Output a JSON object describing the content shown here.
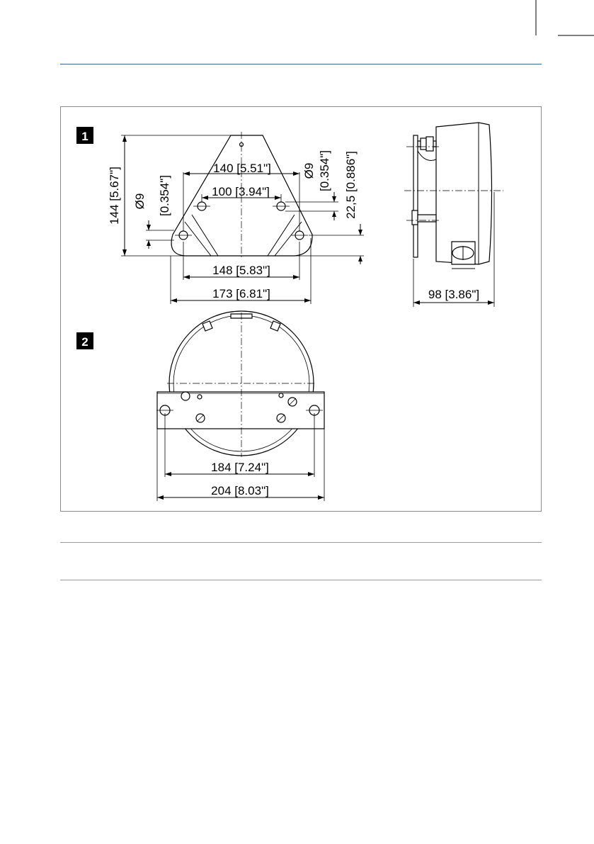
{
  "page": {
    "accent_color": "#1a6fb3"
  },
  "figure": {
    "view1": {
      "badge": "1",
      "dims": {
        "height_total": "144 [5.67\"]",
        "hole_spacing_outer": "140 [5.51\"]",
        "hole_spacing_inner": "100 [3.94\"]",
        "left_hole_dia_top": "Ø9",
        "left_hole_dia_bottom": "[0.354\"]",
        "right_hole_dia_top": "Ø9",
        "right_hole_dia_bottom": "[0.354\"]",
        "hole_offset": "22,5 [0.886\"]",
        "base_inner": "148 [5.83\"]",
        "base_outer": "173 [6.81\"]",
        "side_depth": "98 [3.86\"]"
      }
    },
    "view2": {
      "badge": "2",
      "dims": {
        "hole_spacing": "184 [7.24\"]",
        "width_total": "204 [8.03\"]"
      }
    }
  }
}
